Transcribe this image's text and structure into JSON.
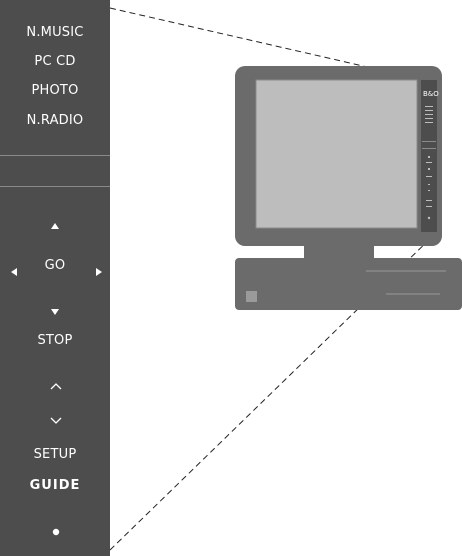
{
  "panel": {
    "sources": [
      {
        "label": "N.MUSIC"
      },
      {
        "label": "PC  CD"
      },
      {
        "label": "PHOTO"
      },
      {
        "label": "N.RADIO"
      }
    ],
    "nav": {
      "up_icon": "triangle-up-icon",
      "left_icon": "triangle-left-icon",
      "go_label": "GO",
      "right_icon": "triangle-right-icon",
      "down_icon": "triangle-down-icon"
    },
    "stop_label": "STOP",
    "chevron_up_icon": "chevron-up-icon",
    "chevron_down_icon": "chevron-down-icon",
    "setup_label": "SETUP",
    "guide_label": "GUIDE",
    "dot_icon": "dot-icon"
  },
  "monitor": {
    "logo_text": "B&O",
    "colors": {
      "panel_bg": "#4d4d4d",
      "monitor_frame": "#6b6b6b",
      "screen": "#bdbdbd"
    }
  }
}
